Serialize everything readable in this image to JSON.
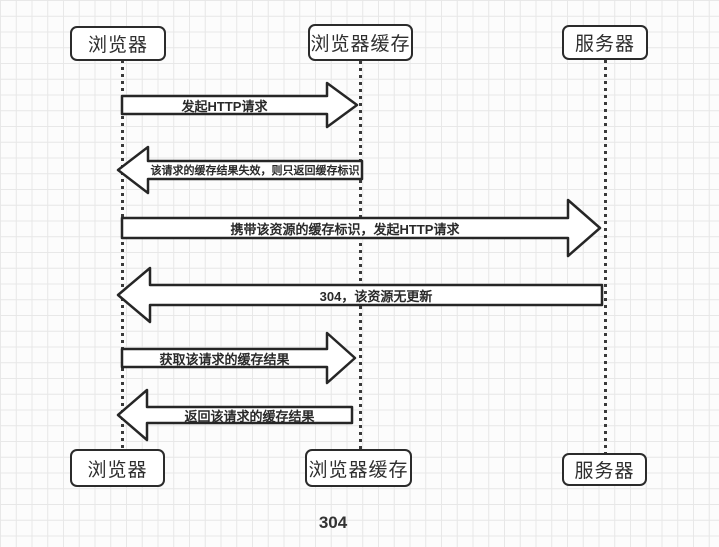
{
  "diagram": {
    "caption": "304",
    "actors": {
      "browser": "浏览器",
      "cache": "浏览器缓存",
      "server": "服务器"
    },
    "messages": [
      {
        "label": "发起HTTP请求",
        "from": "browser",
        "to": "cache",
        "direction": "right"
      },
      {
        "label": "该请求的缓存结果失效，则只返回缓存标识",
        "from": "cache",
        "to": "browser",
        "direction": "left"
      },
      {
        "label": "携带该资源的缓存标识，发起HTTP请求",
        "from": "browser",
        "to": "server",
        "direction": "right"
      },
      {
        "label": "304，该资源无更新",
        "from": "server",
        "to": "browser",
        "direction": "left"
      },
      {
        "label": "获取该请求的缓存结果",
        "from": "browser",
        "to": "cache",
        "direction": "right"
      },
      {
        "label": "返回该请求的缓存结果",
        "from": "cache",
        "to": "browser",
        "direction": "left"
      }
    ],
    "colors": {
      "stroke": "#262626",
      "fill": "#ffffff",
      "grid": "#e7e7e7",
      "background": "#fcfcfc"
    }
  }
}
